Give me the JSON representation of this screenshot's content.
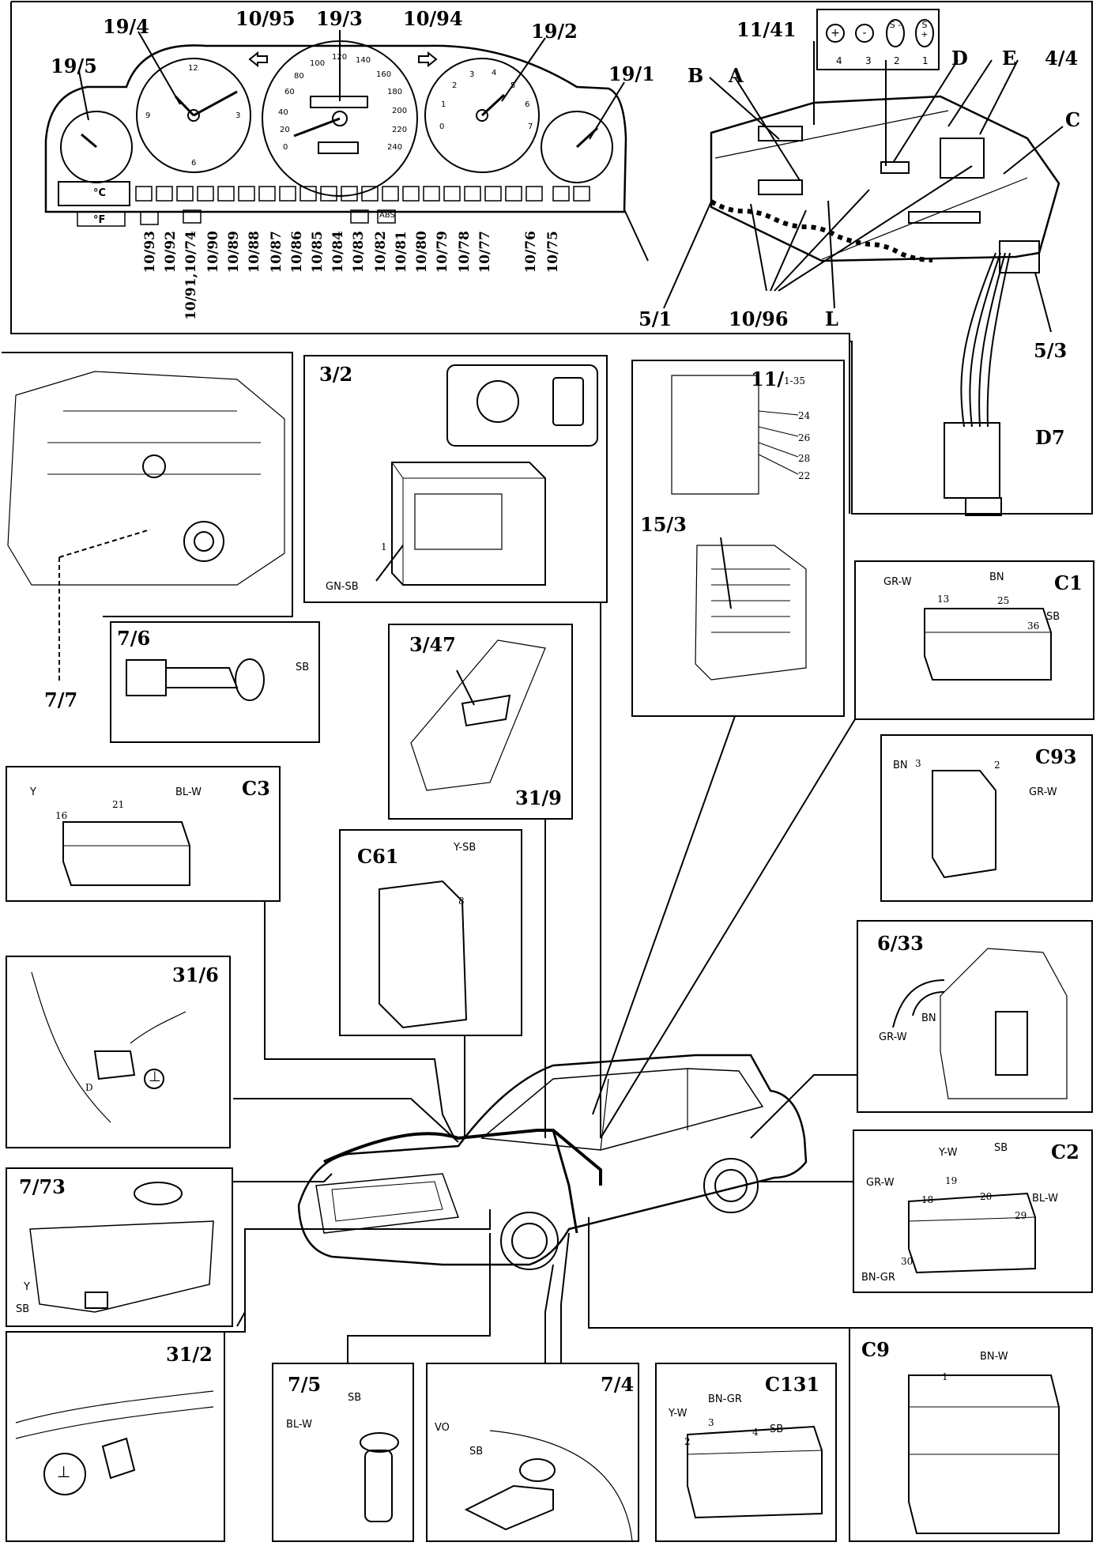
{
  "top_panel": {
    "gauge_labels": [
      "19/5",
      "19/4",
      "10/95",
      "19/3",
      "10/94",
      "19/2",
      "19/1"
    ],
    "temp_unit_c": "°C",
    "temp_unit_f": "°F",
    "abs_label": "ABS",
    "speed_ticks": [
      "0",
      "20",
      "40",
      "60",
      "80",
      "100",
      "120",
      "140",
      "160",
      "180",
      "200",
      "220",
      "240"
    ],
    "clock_ticks": [
      "12",
      "3",
      "6",
      "9"
    ],
    "tach_ticks": [
      "0",
      "1",
      "2",
      "3",
      "4",
      "5",
      "6",
      "7"
    ],
    "indicator_codes": [
      "10/93",
      "10/92",
      "10/91,10/74",
      "10/90",
      "10/89",
      "10/88",
      "10/87",
      "10/86",
      "10/85",
      "10/84",
      "10/83",
      "10/82",
      "10/81",
      "10/80",
      "10/79",
      "10/78",
      "10/77",
      "10/76",
      "10/75"
    ],
    "cluster_rear_labels": [
      "11/41",
      "B",
      "A",
      "D",
      "E",
      "4/4",
      "C",
      "5/1",
      "10/96",
      "L",
      "5/3",
      "D7"
    ],
    "legend_symbols": [
      "+",
      "-",
      "S -",
      "S +"
    ],
    "legend_pins": [
      "4",
      "3",
      "2",
      "1"
    ]
  },
  "panels": {
    "p7_7": {
      "label": "7/7"
    },
    "p3_2": {
      "label": "3/2",
      "wire": "GN-SB",
      "pin": "1"
    },
    "p11": {
      "label": "11/",
      "sub": "1-35",
      "pins": [
        "24",
        "26",
        "28",
        "22"
      ],
      "relay_label": "15/3"
    },
    "pC1": {
      "label": "C1",
      "wires": [
        "GR-W",
        "BN",
        "SB"
      ],
      "pins": [
        "13",
        "25",
        "36"
      ]
    },
    "p7_6": {
      "label": "7/6",
      "wire": "SB"
    },
    "p3_47": {
      "label": "3/47",
      "sub": "31/9"
    },
    "pC93": {
      "label": "C93",
      "wires": [
        "BN",
        "GR-W"
      ],
      "pins": [
        "3",
        "2"
      ]
    },
    "pC3": {
      "label": "C3",
      "wires": [
        "Y",
        "BL-W"
      ],
      "pins": [
        "16",
        "21"
      ]
    },
    "pC61": {
      "label": "C61",
      "wire": "Y-SB",
      "pin": "8"
    },
    "p6_33": {
      "label": "6/33",
      "wires": [
        "BN",
        "GR-W"
      ]
    },
    "p31_6": {
      "label": "31/6",
      "pin": "D"
    },
    "pC2": {
      "label": "C2",
      "wires": [
        "Y-W",
        "SB",
        "GR-W",
        "BL-W",
        "BN-GR"
      ],
      "pins": [
        "19",
        "20",
        "18",
        "29",
        "30"
      ]
    },
    "p7_73": {
      "label": "7/73",
      "wires": [
        "Y",
        "SB"
      ]
    },
    "pC9": {
      "label": "C9",
      "wire": "BN-W",
      "pin": "1"
    },
    "p31_2": {
      "label": "31/2"
    },
    "p7_5": {
      "label": "7/5",
      "wires": [
        "SB",
        "BL-W"
      ]
    },
    "p7_4": {
      "label": "7/4",
      "wires": [
        "VO",
        "SB"
      ]
    },
    "pC131": {
      "label": "C131",
      "wires": [
        "BN-GR",
        "Y-W",
        "SB"
      ],
      "pins": [
        "3",
        "2",
        "4"
      ]
    }
  },
  "colors": {
    "ink": "#000000",
    "paper": "#ffffff"
  }
}
